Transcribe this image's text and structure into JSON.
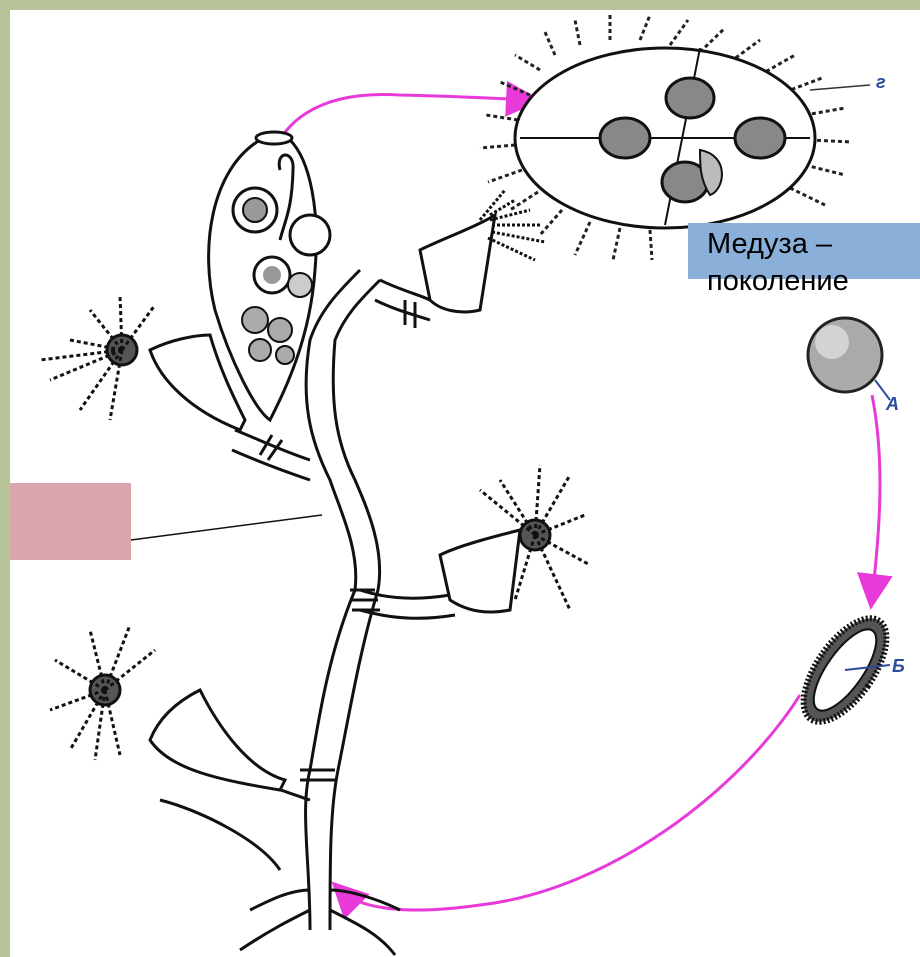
{
  "annotation": {
    "text_line1": "Медуза – ",
    "text_line2": "поколение"
  },
  "stage_letters": {
    "g": "г",
    "a": "А",
    "b": "Б"
  },
  "colors": {
    "background_border": "#b9c39a",
    "arrow": "#e73ad8",
    "label_box": "#8ab0d9",
    "pink_box": "#d9a6ad"
  }
}
